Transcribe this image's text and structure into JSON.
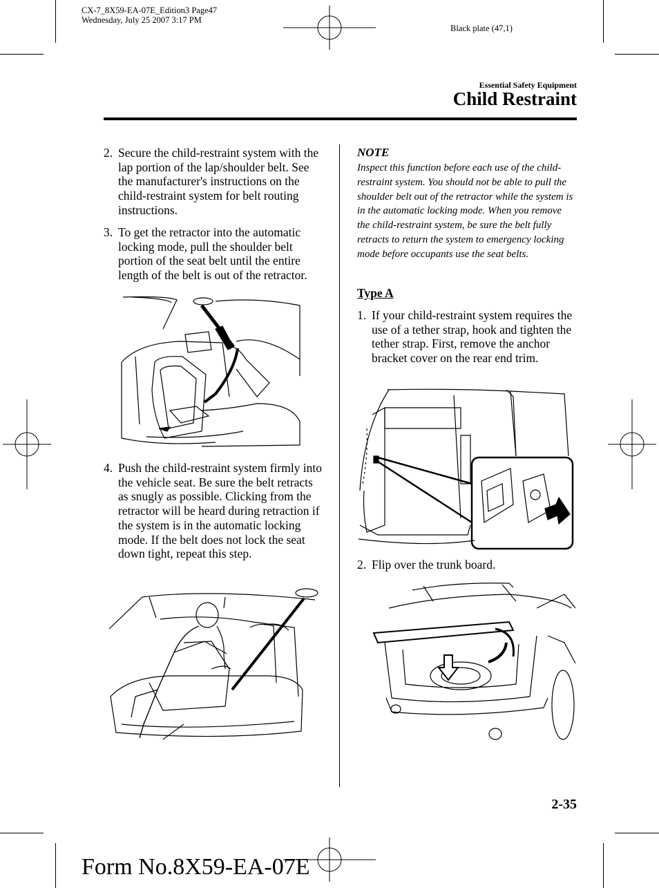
{
  "print_info": {
    "line1": "CX-7_8X59-EA-07E_Edition3 Page47",
    "line2": "Wednesday, July 25 2007 3:17 PM"
  },
  "plate": "Black plate (47,1)",
  "header": {
    "section": "Essential Safety Equipment",
    "title": "Child Restraint"
  },
  "left_column": {
    "steps": [
      {
        "number": "2.",
        "text": "Secure the child-restraint system with the lap portion of the lap/shoulder belt. See the manufacturer's instructions on the child-restraint system for belt routing instructions."
      },
      {
        "number": "3.",
        "text": "To get the retractor into the automatic locking mode, pull the shoulder belt portion of the seat belt until the entire length of the belt is out of the retractor."
      },
      {
        "number": "4.",
        "text": "Push the child-restraint system firmly into the vehicle seat. Be sure the belt retracts as snugly as possible. Clicking from the retractor will be heard during retraction if the system is in the automatic locking mode. If the belt does not lock the seat down tight, repeat this step."
      }
    ]
  },
  "right_column": {
    "note_title": "NOTE",
    "note_text": "Inspect this function before each use of the child-restraint system. You should not be able to pull the shoulder belt out of the retractor while the system is in the automatic locking mode. When you remove the child-restraint system, be sure the belt fully retracts to return the system to emergency locking mode before occupants use the seat belts.",
    "type_heading": "Type A",
    "steps": [
      {
        "number": "1.",
        "text": "If your child-restraint system requires the use of a tether strap, hook and tighten the tether strap. First, remove the anchor bracket cover on the rear end trim."
      },
      {
        "number": "2.",
        "text": "Flip over the trunk board."
      }
    ]
  },
  "page_number": "2-35",
  "form_number": "Form No.8X59-EA-07E"
}
